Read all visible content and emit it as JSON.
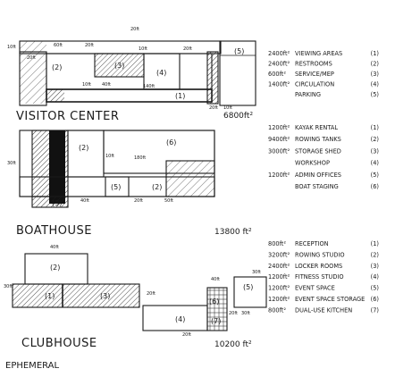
{
  "visitor_center": {
    "title": "VISITOR CENTER",
    "total_area": "6800ft²",
    "block_labels": [
      "(2)",
      "(3)",
      "(4)",
      "(1)",
      "(5)"
    ],
    "dims": [
      "10ft",
      "20ft",
      "60ft",
      "20ft",
      "20ft",
      "10ft",
      "20ft",
      "40ft",
      "140ft",
      "10ft",
      "20ft",
      "10ft"
    ],
    "program": [
      {
        "area": "2400ft²",
        "name": "VIEWING AREAS",
        "num": "(1)"
      },
      {
        "area": "2400ft²",
        "name": "RESTROOMS",
        "num": "(2)"
      },
      {
        "area": "600ft²",
        "name": "SERVICE/MEP",
        "num": "(3)"
      },
      {
        "area": "1400ft²",
        "name": "CIRCULATION",
        "num": "(4)"
      },
      {
        "area": "",
        "name": "PARKING",
        "num": "(5)"
      }
    ]
  },
  "boathouse": {
    "title": "BOATHOUSE",
    "total_area": "13800 ft²",
    "block_labels": [
      "(2)",
      "(6)",
      "(5)",
      "(2)",
      "(3)"
    ],
    "dims": [
      "30ft",
      "10ft",
      "180ft",
      "40ft",
      "20ft",
      "50ft"
    ],
    "program": [
      {
        "area": "1200ft²",
        "name": "KAYAK RENTAL",
        "num": "(1)"
      },
      {
        "area": "9400ft²",
        "name": "ROWING TANKS",
        "num": "(2)"
      },
      {
        "area": "3000ft²",
        "name": "STORAGE SHED",
        "num": "(3)"
      },
      {
        "area": "",
        "name": "WORKSHOP",
        "num": "(4)"
      },
      {
        "area": "1200ft²",
        "name": "ADMIN OFFICES",
        "num": "(5)"
      },
      {
        "area": "",
        "name": "BOAT STAGING",
        "num": "(6)"
      }
    ]
  },
  "clubhouse": {
    "title": "CLUBHOUSE",
    "subtitle": "EPHEMERAL",
    "total_area": "10200 ft²",
    "block_labels": [
      "(2)",
      "(1)",
      "(3)",
      "(4)",
      "(5)",
      "(6)",
      "(7)"
    ],
    "dims": [
      "40ft",
      "30ft",
      "20ft",
      "40ft",
      "20ft",
      "30ft",
      "20ft",
      "30ft"
    ],
    "program": [
      {
        "area": "800ft²",
        "name": "RECEPTION",
        "num": "(1)"
      },
      {
        "area": "3200ft²",
        "name": "ROWING STUDIO",
        "num": "(2)"
      },
      {
        "area": "2400ft²",
        "name": "LOCKER ROOMS",
        "num": "(3)"
      },
      {
        "area": "1200ft²",
        "name": "FITNESS STUDIO",
        "num": "(4)"
      },
      {
        "area": "1200ft²",
        "name": "EVENT SPACE",
        "num": "(5)"
      },
      {
        "area": "1200ft²",
        "name": "EVENT SPACE STORAGE",
        "num": "(6)"
      },
      {
        "area": "800ft²",
        "name": "DUAL-USE KITCHEN",
        "num": "(7)"
      }
    ]
  }
}
